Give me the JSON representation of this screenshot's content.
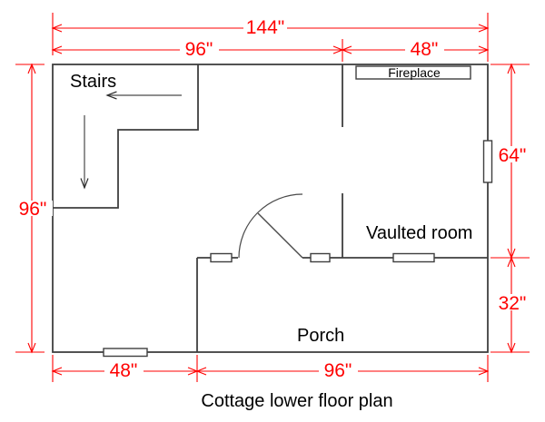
{
  "title": "Cottage lower floor plan",
  "colors": {
    "dimension_red": "#ff0000",
    "wall_gray": "#3f3f3f",
    "label_black": "#000000",
    "background": "#ffffff"
  },
  "labels": {
    "stairs": "Stairs",
    "fireplace": "Fireplace",
    "vaulted_room": "Vaulted room",
    "porch": "Porch"
  },
  "dimensions": {
    "top_total": "144\"",
    "top_left_span": "96\"",
    "top_right_span": "48\"",
    "left_height": "96\"",
    "right_upper": "64\"",
    "right_lower": "32\"",
    "bottom_left_span": "48\"",
    "bottom_right_span": "96\""
  }
}
